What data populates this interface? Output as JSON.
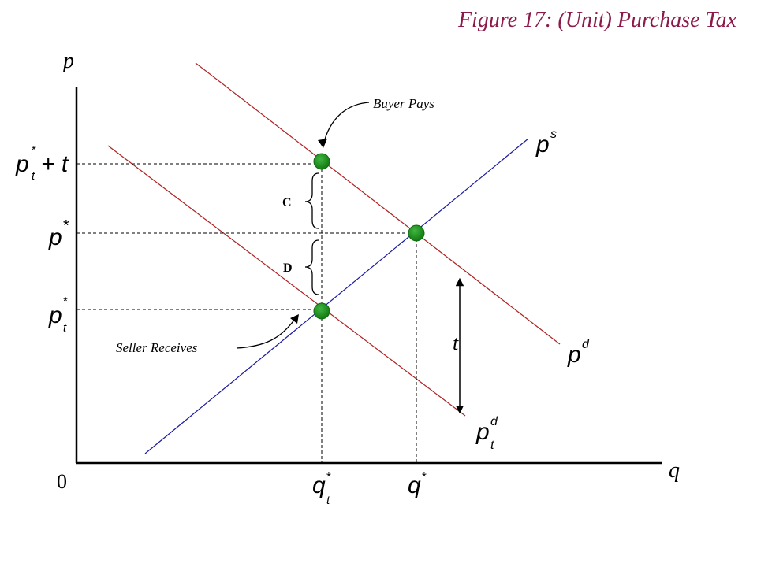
{
  "title": "Figure 17: (Unit) Purchase Tax",
  "axes": {
    "y_label": "p",
    "x_label": "q",
    "origin": "0"
  },
  "price_labels": {
    "taxed_buyer": {
      "base": "p",
      "sub": "t",
      "sup": "*",
      "suffix": "+ t"
    },
    "equilibrium": {
      "base": "p",
      "sup": "*"
    },
    "seller": {
      "base": "p",
      "sub": "t",
      "sup": "*"
    }
  },
  "quantity_labels": {
    "taxed": {
      "base": "q",
      "sub": "t",
      "sup": "*"
    },
    "equilibrium": {
      "base": "q",
      "sup": "*"
    }
  },
  "curves": {
    "supply": {
      "base": "p",
      "sup": "s",
      "color": "#1a1aa0"
    },
    "demand": {
      "base": "p",
      "sup": "d",
      "color": "#b02020"
    },
    "taxed_demand": {
      "base": "p",
      "sub": "t",
      "sup": "d",
      "color": "#b02020"
    }
  },
  "annotations": {
    "buyer_pays": "Buyer Pays",
    "seller_receives": "Seller Receives",
    "brace_c": "C",
    "brace_d": "D",
    "tax_arrow": "t"
  },
  "colors": {
    "title": "#8b1a4a",
    "point": "#1e8a1e",
    "axis": "#000000"
  }
}
